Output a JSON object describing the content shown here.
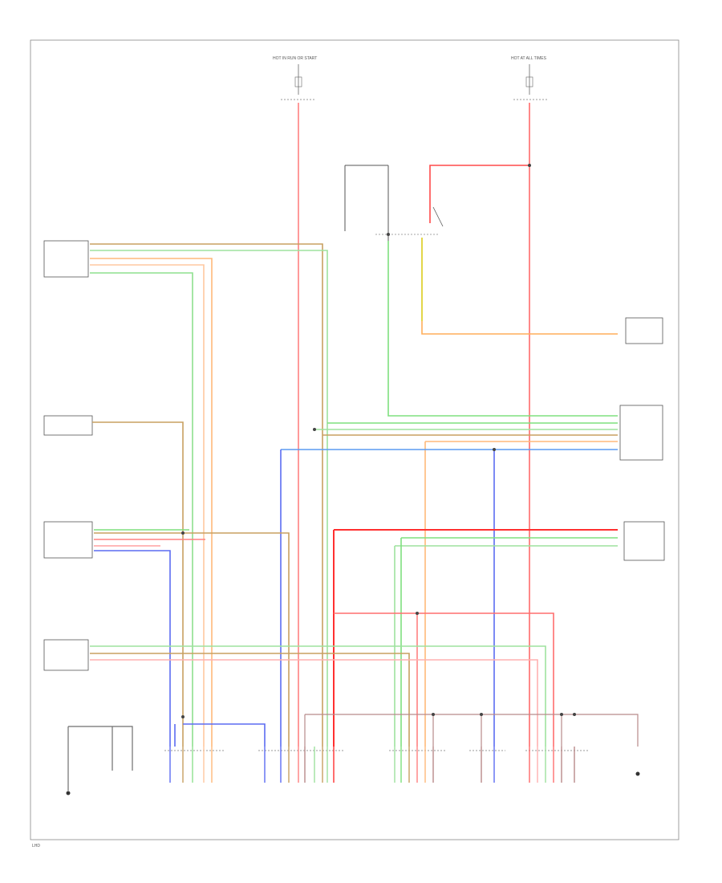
{
  "labels": {
    "fuse_left_title": "HOT IN RUN OR START",
    "fuse_right_title": "HOT AT ALL TIMES",
    "footer": "LHD"
  },
  "colors": {
    "red": "#ff6e6e",
    "dark_red": "#e32b2b",
    "orange": "#ffb97a",
    "tan": "#c8a060",
    "green": "#7ee07e",
    "blue": "#5c6cf2",
    "gray": "#6e6e6e",
    "yellow": "#e3d64a"
  },
  "icons": [
    "ground-icon",
    "connector-icon",
    "splice-icon"
  ]
}
